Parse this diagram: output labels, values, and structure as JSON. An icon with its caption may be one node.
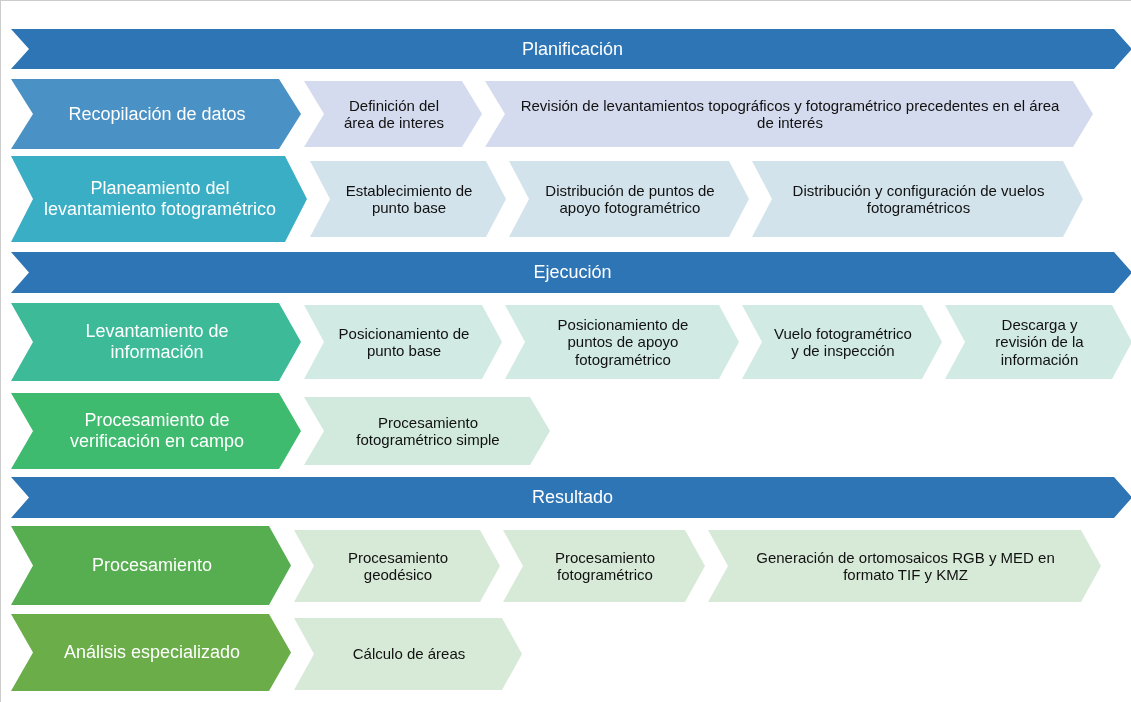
{
  "diagram": {
    "nodes": [
      {
        "text": [
          "Planificación"
        ]
      },
      {
        "text": [
          "Recopilación de datos"
        ]
      },
      {
        "text": [
          "Definición del área de interes"
        ]
      },
      {
        "text": [
          "Revisión de levantamientos topográficos y fotogramétrico precedentes en el área de interés"
        ]
      },
      {
        "text": [
          "Planeamiento del levantamiento fotogramétrico"
        ]
      },
      {
        "text": [
          "Establecimiento de punto base"
        ]
      },
      {
        "text": [
          "Distribución de puntos de apoyo fotogramétrico"
        ]
      },
      {
        "text": [
          "Distribución y configuración de vuelos fotogramétricos"
        ]
      },
      {
        "text": [
          "Ejecución"
        ]
      },
      {
        "text": [
          "Levantamiento de información"
        ]
      },
      {
        "text": [
          "Posicionamiento de punto base"
        ]
      },
      {
        "text": [
          "Posicionamiento de puntos de apoyo fotogramétrico"
        ]
      },
      {
        "text": [
          "Vuelo fotogramétrico y de inspección"
        ]
      },
      {
        "text": [
          "Descarga y revisión de la información"
        ]
      },
      {
        "text": [
          "Procesamiento de verificación en campo"
        ]
      },
      {
        "text": [
          "Procesamiento fotogramétrico simple"
        ]
      },
      {
        "text": [
          "Resultado"
        ]
      },
      {
        "text": [
          "Procesamiento"
        ]
      },
      {
        "text": [
          "Procesamiento geodésico"
        ]
      },
      {
        "text": [
          "Procesamiento fotogramétrico"
        ]
      },
      {
        "text": [
          "Generación de ortomosaicos RGB y MED en formato TIF y KMZ"
        ]
      },
      {
        "text": [
          "Análisis  especializado"
        ]
      },
      {
        "text": [
          "Cálculo de áreas"
        ]
      }
    ]
  }
}
